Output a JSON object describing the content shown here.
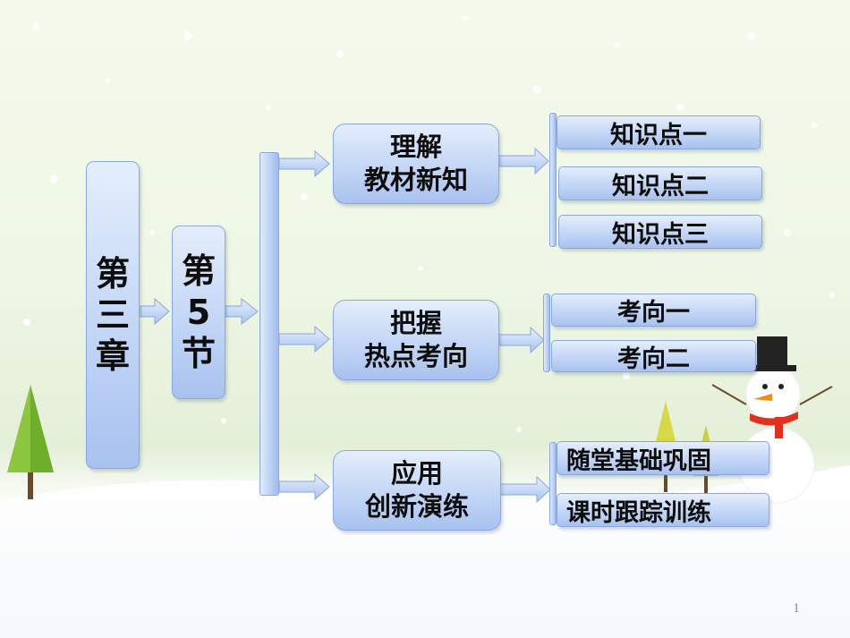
{
  "chapter": {
    "chars": [
      "第",
      "三",
      "章"
    ]
  },
  "section": {
    "chars": [
      "第",
      "5",
      "节"
    ]
  },
  "modules": [
    {
      "lines": [
        "理解",
        "教材新知"
      ],
      "items": [
        "知识点一",
        "知识点二",
        "知识点三"
      ]
    },
    {
      "lines": [
        "把握",
        "热点考向"
      ],
      "items": [
        "考向一",
        "考向二"
      ]
    },
    {
      "lines": [
        "应用",
        "创新演练"
      ],
      "items": [
        "随堂基础巩固",
        "课时跟踪训练"
      ]
    }
  ],
  "page_number": "1",
  "colors": {
    "box_light": "#e4eefc",
    "box_dark": "#a8c2ef",
    "box_border": "#8aa7de"
  }
}
